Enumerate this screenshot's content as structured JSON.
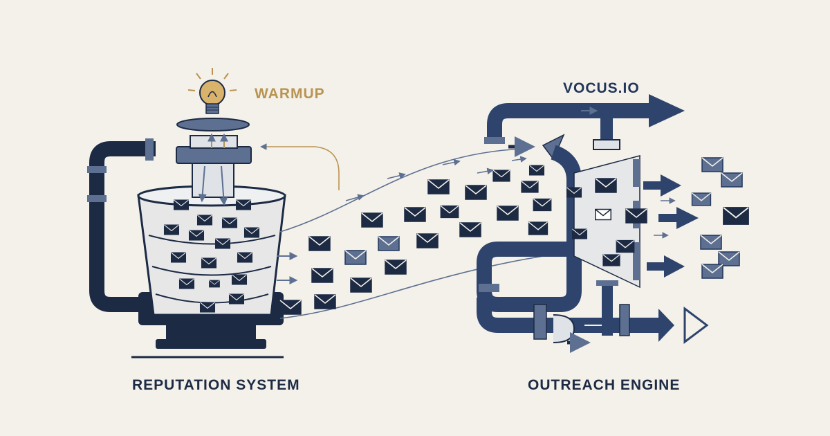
{
  "labels": {
    "warmup": "WARMUP",
    "brand": "VOCUS.IO",
    "left_caption": "REPUTATION SYSTEM",
    "right_caption": "OUTREACH ENGINE"
  },
  "icons": [
    "lightbulb-icon",
    "envelope-icon",
    "arrow-icon",
    "pipe-icon",
    "valve-icon"
  ],
  "colors": {
    "background": "#f4f1ea",
    "navy": "#22355a",
    "dark": "#1c2a44",
    "steel": "#5d7092",
    "gold": "#b99352"
  }
}
